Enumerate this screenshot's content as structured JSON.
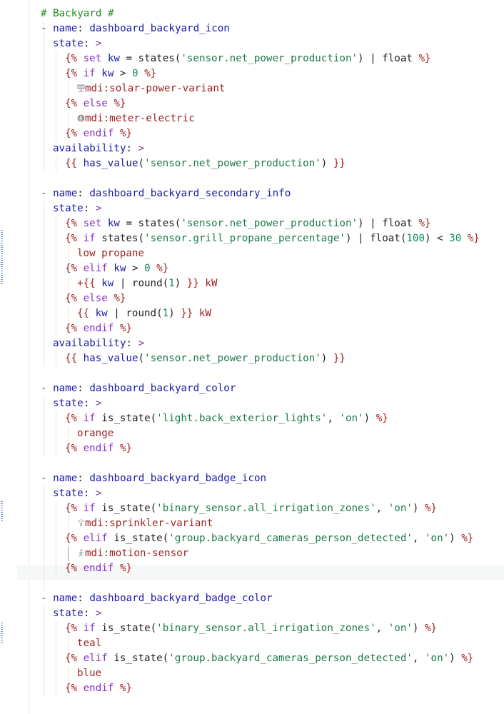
{
  "colors": {
    "comment": "#1e8a1e",
    "dash": "#7a3b91",
    "key": "#1a1aa6",
    "yaml_op": "#7a3b91",
    "delim": "#a42121",
    "keyword": "#8a2fc4",
    "identifier": "#1a1aa6",
    "string": "#1e7a4a",
    "number": "#118a5e",
    "text": "#1f1f1f",
    "plain": "#9c1f1f"
  },
  "lines": [
    [
      [
        "comment",
        "# Backyard #"
      ]
    ],
    [
      [
        "dash",
        "- "
      ],
      [
        "key",
        "name"
      ],
      [
        "text",
        ": "
      ],
      [
        "key",
        "dashboard_backyard_icon"
      ]
    ],
    [
      [
        "key",
        "state"
      ],
      [
        "text",
        ": "
      ],
      [
        "yaml_op",
        ">"
      ]
    ],
    [
      [
        "delim",
        "{%"
      ],
      [
        "text",
        " "
      ],
      [
        "keyword",
        "set"
      ],
      [
        "text",
        " "
      ],
      [
        "identifier",
        "kw"
      ],
      [
        "text",
        " = states("
      ],
      [
        "string",
        "'sensor.net_power_production'"
      ],
      [
        "text",
        ") | float "
      ],
      [
        "delim",
        "%}"
      ]
    ],
    [
      [
        "delim",
        "{%"
      ],
      [
        "text",
        " "
      ],
      [
        "keyword",
        "if"
      ],
      [
        "text",
        " "
      ],
      [
        "identifier",
        "kw"
      ],
      [
        "text",
        " > "
      ],
      [
        "number",
        "0"
      ],
      [
        "text",
        " "
      ],
      [
        "delim",
        "%}"
      ]
    ],
    [
      [
        "icon",
        "solar"
      ],
      [
        "plain",
        "mdi:solar-power-variant"
      ]
    ],
    [
      [
        "delim",
        "{%"
      ],
      [
        "text",
        " "
      ],
      [
        "keyword",
        "else"
      ],
      [
        "text",
        " "
      ],
      [
        "delim",
        "%}"
      ]
    ],
    [
      [
        "icon",
        "meter"
      ],
      [
        "plain",
        "mdi:meter-electric"
      ]
    ],
    [
      [
        "delim",
        "{%"
      ],
      [
        "text",
        " "
      ],
      [
        "keyword",
        "endif"
      ],
      [
        "text",
        " "
      ],
      [
        "delim",
        "%}"
      ]
    ],
    [
      [
        "key",
        "availability"
      ],
      [
        "text",
        ": "
      ],
      [
        "yaml_op",
        ">"
      ]
    ],
    [
      [
        "delim",
        "{{"
      ],
      [
        "text",
        " "
      ],
      [
        "identifier",
        "has_value"
      ],
      [
        "text",
        "("
      ],
      [
        "string",
        "'sensor.net_power_production'"
      ],
      [
        "text",
        ") "
      ],
      [
        "delim",
        "}}"
      ]
    ],
    [],
    [
      [
        "dash",
        "- "
      ],
      [
        "key",
        "name"
      ],
      [
        "text",
        ": "
      ],
      [
        "key",
        "dashboard_backyard_secondary_info"
      ]
    ],
    [
      [
        "key",
        "state"
      ],
      [
        "text",
        ": "
      ],
      [
        "yaml_op",
        ">"
      ]
    ],
    [
      [
        "delim",
        "{%"
      ],
      [
        "text",
        " "
      ],
      [
        "keyword",
        "set"
      ],
      [
        "text",
        " "
      ],
      [
        "identifier",
        "kw"
      ],
      [
        "text",
        " = states("
      ],
      [
        "string",
        "'sensor.net_power_production'"
      ],
      [
        "text",
        ") | float "
      ],
      [
        "delim",
        "%}"
      ]
    ],
    [
      [
        "delim",
        "{%"
      ],
      [
        "text",
        " "
      ],
      [
        "keyword",
        "if"
      ],
      [
        "text",
        " states("
      ],
      [
        "string",
        "'sensor.grill_propane_percentage'"
      ],
      [
        "text",
        ") | float("
      ],
      [
        "number",
        "100"
      ],
      [
        "text",
        ") < "
      ],
      [
        "number",
        "30"
      ],
      [
        "text",
        " "
      ],
      [
        "delim",
        "%}"
      ]
    ],
    [
      [
        "plain",
        "low propane"
      ]
    ],
    [
      [
        "delim",
        "{%"
      ],
      [
        "text",
        " "
      ],
      [
        "keyword",
        "elif"
      ],
      [
        "text",
        " "
      ],
      [
        "identifier",
        "kw"
      ],
      [
        "text",
        " > "
      ],
      [
        "number",
        "0"
      ],
      [
        "text",
        " "
      ],
      [
        "delim",
        "%}"
      ]
    ],
    [
      [
        "plain",
        "+"
      ],
      [
        "delim",
        "{{"
      ],
      [
        "text",
        " "
      ],
      [
        "identifier",
        "kw"
      ],
      [
        "text",
        " | round("
      ],
      [
        "number",
        "1"
      ],
      [
        "text",
        ") "
      ],
      [
        "delim",
        "}}"
      ],
      [
        "plain",
        " kW"
      ]
    ],
    [
      [
        "delim",
        "{%"
      ],
      [
        "text",
        " "
      ],
      [
        "keyword",
        "else"
      ],
      [
        "text",
        " "
      ],
      [
        "delim",
        "%}"
      ]
    ],
    [
      [
        "delim",
        "{{"
      ],
      [
        "text",
        " "
      ],
      [
        "identifier",
        "kw"
      ],
      [
        "text",
        " | round("
      ],
      [
        "number",
        "1"
      ],
      [
        "text",
        ") "
      ],
      [
        "delim",
        "}}"
      ],
      [
        "plain",
        " kW"
      ]
    ],
    [
      [
        "delim",
        "{%"
      ],
      [
        "text",
        " "
      ],
      [
        "keyword",
        "endif"
      ],
      [
        "text",
        " "
      ],
      [
        "delim",
        "%}"
      ]
    ],
    [
      [
        "key",
        "availability"
      ],
      [
        "text",
        ": "
      ],
      [
        "yaml_op",
        ">"
      ]
    ],
    [
      [
        "delim",
        "{{"
      ],
      [
        "text",
        " "
      ],
      [
        "identifier",
        "has_value"
      ],
      [
        "text",
        "("
      ],
      [
        "string",
        "'sensor.net_power_production'"
      ],
      [
        "text",
        ") "
      ],
      [
        "delim",
        "}}"
      ]
    ],
    [],
    [
      [
        "dash",
        "- "
      ],
      [
        "key",
        "name"
      ],
      [
        "text",
        ": "
      ],
      [
        "key",
        "dashboard_backyard_color"
      ]
    ],
    [
      [
        "key",
        "state"
      ],
      [
        "text",
        ": "
      ],
      [
        "yaml_op",
        ">"
      ]
    ],
    [
      [
        "delim",
        "{%"
      ],
      [
        "text",
        " "
      ],
      [
        "keyword",
        "if"
      ],
      [
        "text",
        " is_state("
      ],
      [
        "string",
        "'light.back_exterior_lights'"
      ],
      [
        "text",
        ", "
      ],
      [
        "string",
        "'on'"
      ],
      [
        "text",
        ") "
      ],
      [
        "delim",
        "%}"
      ]
    ],
    [
      [
        "plain",
        "orange"
      ]
    ],
    [
      [
        "delim",
        "{%"
      ],
      [
        "text",
        " "
      ],
      [
        "keyword",
        "endif"
      ],
      [
        "text",
        " "
      ],
      [
        "delim",
        "%}"
      ]
    ],
    [],
    [
      [
        "dash",
        "- "
      ],
      [
        "key",
        "name"
      ],
      [
        "text",
        ": "
      ],
      [
        "key",
        "dashboard_backyard_badge_icon"
      ]
    ],
    [
      [
        "key",
        "state"
      ],
      [
        "text",
        ": "
      ],
      [
        "yaml_op",
        ">"
      ]
    ],
    [
      [
        "delim",
        "{%"
      ],
      [
        "text",
        " "
      ],
      [
        "keyword",
        "if"
      ],
      [
        "text",
        " is_state("
      ],
      [
        "string",
        "'binary_sensor.all_irrigation_zones'"
      ],
      [
        "text",
        ", "
      ],
      [
        "string",
        "'on'"
      ],
      [
        "text",
        ") "
      ],
      [
        "delim",
        "%}"
      ]
    ],
    [
      [
        "icon",
        "sprinkler"
      ],
      [
        "plain",
        "mdi:sprinkler-variant"
      ]
    ],
    [
      [
        "delim",
        "{%"
      ],
      [
        "text",
        " "
      ],
      [
        "keyword",
        "elif"
      ],
      [
        "text",
        " is_state("
      ],
      [
        "string",
        "'group.backyard_cameras_person_detected'"
      ],
      [
        "text",
        ", "
      ],
      [
        "string",
        "'on'"
      ],
      [
        "text",
        ") "
      ],
      [
        "delim",
        "%}"
      ]
    ],
    [
      [
        "icon",
        "motion"
      ],
      [
        "plain",
        "mdi:motion-sensor"
      ]
    ],
    [
      [
        "delim",
        "{%"
      ],
      [
        "text",
        " "
      ],
      [
        "keyword",
        "endif"
      ],
      [
        "text",
        " "
      ],
      [
        "delim",
        "%}"
      ]
    ],
    [],
    [
      [
        "dash",
        "- "
      ],
      [
        "key",
        "name"
      ],
      [
        "text",
        ": "
      ],
      [
        "key",
        "dashboard_backyard_badge_color"
      ]
    ],
    [
      [
        "key",
        "state"
      ],
      [
        "text",
        ": "
      ],
      [
        "yaml_op",
        ">"
      ]
    ],
    [
      [
        "delim",
        "{%"
      ],
      [
        "text",
        " "
      ],
      [
        "keyword",
        "if"
      ],
      [
        "text",
        " is_state("
      ],
      [
        "string",
        "'binary_sensor.all_irrigation_zones'"
      ],
      [
        "text",
        ", "
      ],
      [
        "string",
        "'on'"
      ],
      [
        "text",
        ") "
      ],
      [
        "delim",
        "%}"
      ]
    ],
    [
      [
        "plain",
        "teal"
      ]
    ],
    [
      [
        "delim",
        "{%"
      ],
      [
        "text",
        " "
      ],
      [
        "keyword",
        "elif"
      ],
      [
        "text",
        " is_state("
      ],
      [
        "string",
        "'group.backyard_cameras_person_detected'"
      ],
      [
        "text",
        ", "
      ],
      [
        "string",
        "'on'"
      ],
      [
        "text",
        ") "
      ],
      [
        "delim",
        "%}"
      ]
    ],
    [
      [
        "plain",
        "blue"
      ]
    ],
    [
      [
        "delim",
        "{%"
      ],
      [
        "text",
        " "
      ],
      [
        "keyword",
        "endif"
      ],
      [
        "text",
        " "
      ],
      [
        "delim",
        "%}"
      ]
    ]
  ]
}
